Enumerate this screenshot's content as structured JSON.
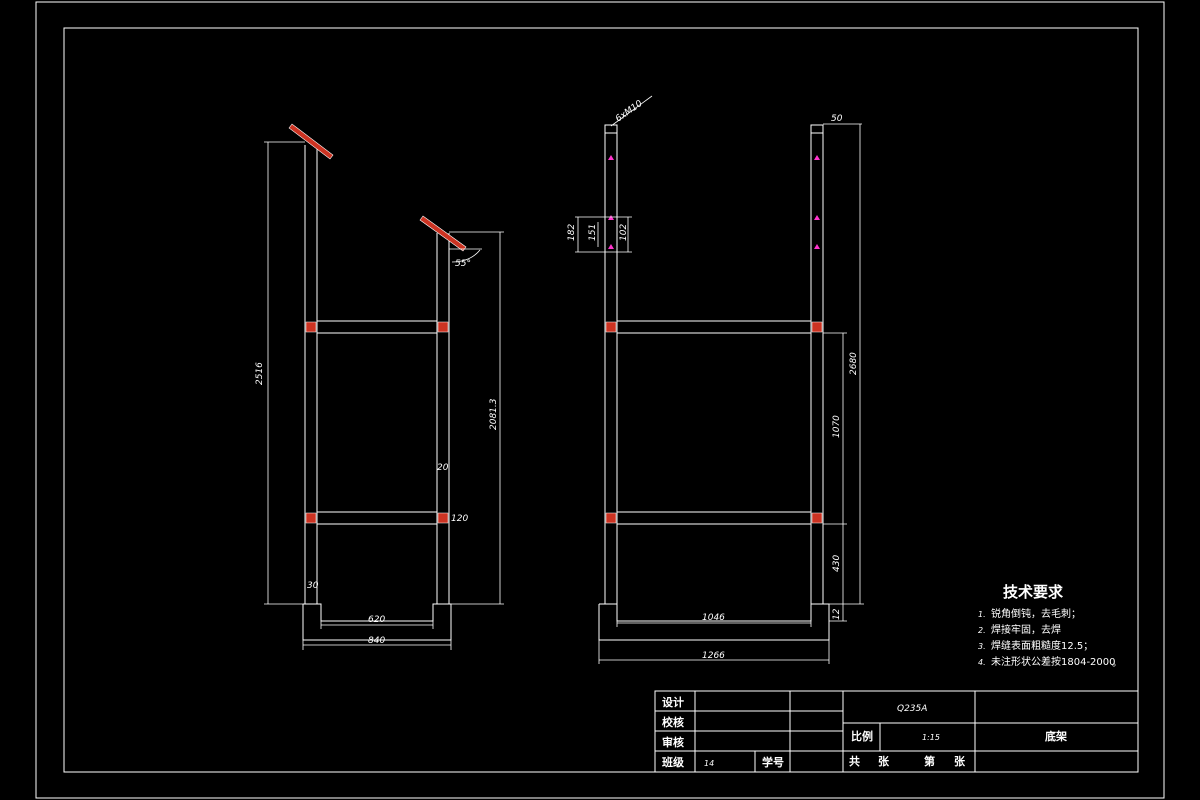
{
  "drawing": {
    "left_view_dims": {
      "total_height": "2516",
      "right_height": "2081.3",
      "tube": "20",
      "tube2": "120",
      "foot": "30",
      "inner_width": "620",
      "outer_width": "840",
      "angle": "55°"
    },
    "right_view_dims": {
      "leader_note": "6xM10",
      "top": "50",
      "hole_outer": "182",
      "hole_mid": "151",
      "hole_inner": "102",
      "total_height": "2680",
      "mid_span": "1070",
      "lower": "430",
      "foot": "12",
      "inner_width": "1046",
      "outer_width": "1266"
    }
  },
  "tech": {
    "title": "技术要求",
    "items": [
      {
        "num": "1.",
        "text": "锐角倒钝，去毛刺；"
      },
      {
        "num": "2.",
        "text": "焊接牢固，去焊"
      },
      {
        "num": "3.",
        "text": "焊缝表面粗糙度12.5；"
      },
      {
        "num": "4.",
        "text": "未注形状公差按1804-2000"
      }
    ],
    "trailing": "。"
  },
  "titleblock": {
    "design": "设计",
    "check": "校核",
    "review": "审核",
    "class": "班级",
    "class_value": "14",
    "student_no": "学号",
    "material": "Q235A",
    "scale_label": "比例",
    "scale_value": "1:15",
    "part_name": "底架",
    "total": "共",
    "sheets": "张",
    "num": "第",
    "sheet": "张"
  },
  "colors": {
    "line": "#ffffff",
    "marker": "#ff33cc",
    "weld": "#cc3322"
  }
}
